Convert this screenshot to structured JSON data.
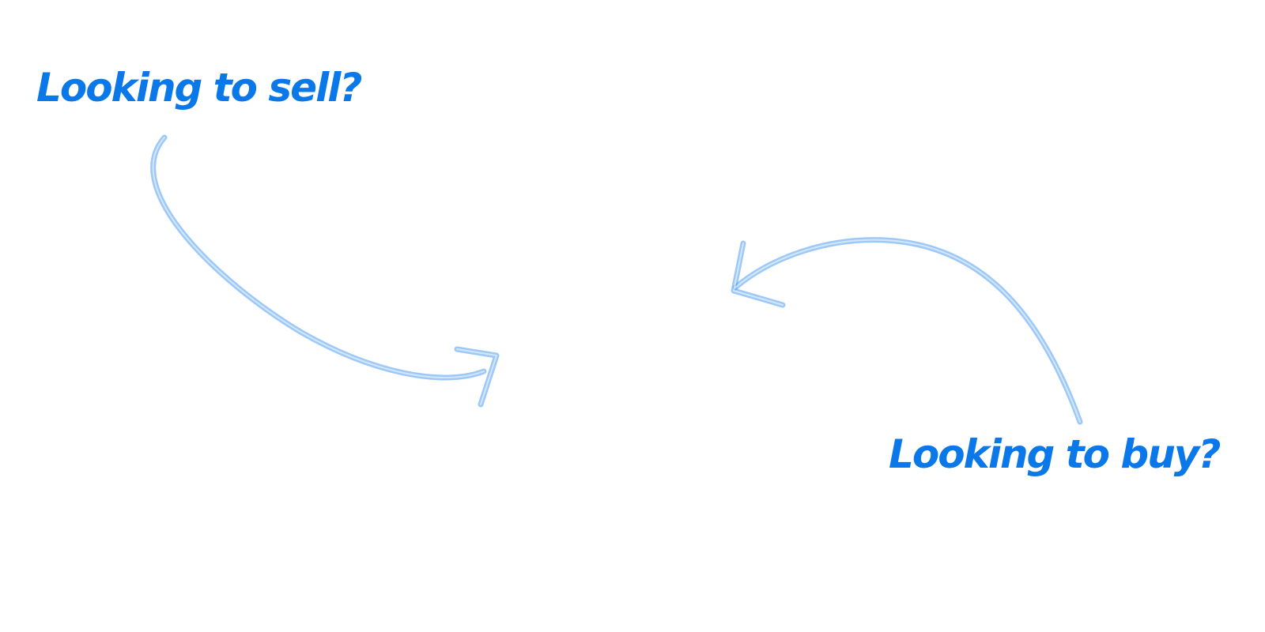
{
  "colors": {
    "heading": "#0a78e8",
    "arrow": "#4f9cf0"
  },
  "sell": {
    "heading": "Looking to sell?",
    "arrow_icon": "curved-arrow-down-right"
  },
  "buy": {
    "heading": "Looking to buy?",
    "arrow_icon": "curved-arrow-up-left"
  }
}
